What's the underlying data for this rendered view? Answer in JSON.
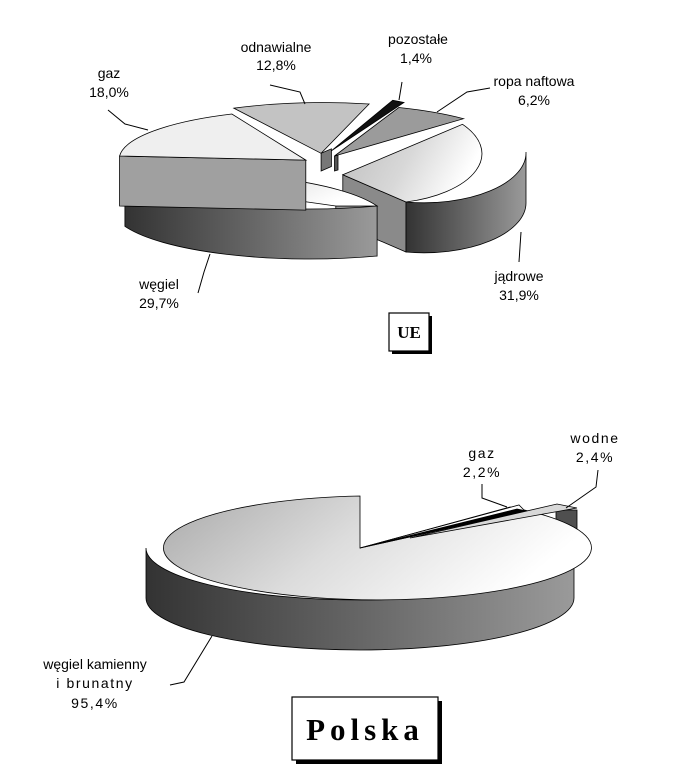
{
  "chart_data": [
    {
      "type": "pie",
      "title": "UE",
      "categories": [
        "jądrowe",
        "węgiel",
        "gaz",
        "odnawialne",
        "pozostałe",
        "ropa naftowa"
      ],
      "values": [
        31.9,
        29.7,
        18.0,
        12.8,
        1.4,
        6.2
      ],
      "value_labels": [
        "31,9%",
        "29,7%",
        "18,0%",
        "12,8%",
        "1,4%",
        "6,2%"
      ]
    },
    {
      "type": "pie",
      "title": "Polska",
      "categories": [
        "węgiel kamienny i brunatny",
        "gaz",
        "wodne"
      ],
      "category_lines": [
        [
          "węgiel kamienny",
          "i brunatny"
        ],
        [
          "gaz"
        ],
        [
          "wodne"
        ]
      ],
      "values": [
        95.4,
        2.2,
        2.4
      ],
      "value_labels": [
        "95,4%",
        "2,2%",
        "2,4%"
      ]
    }
  ],
  "colors": {
    "side_dark": "#3a3a3a",
    "side_light": "#8a8a8a",
    "top_light": "#ffffff",
    "top_mid": "#c4c4c4",
    "outline": "#000000"
  }
}
